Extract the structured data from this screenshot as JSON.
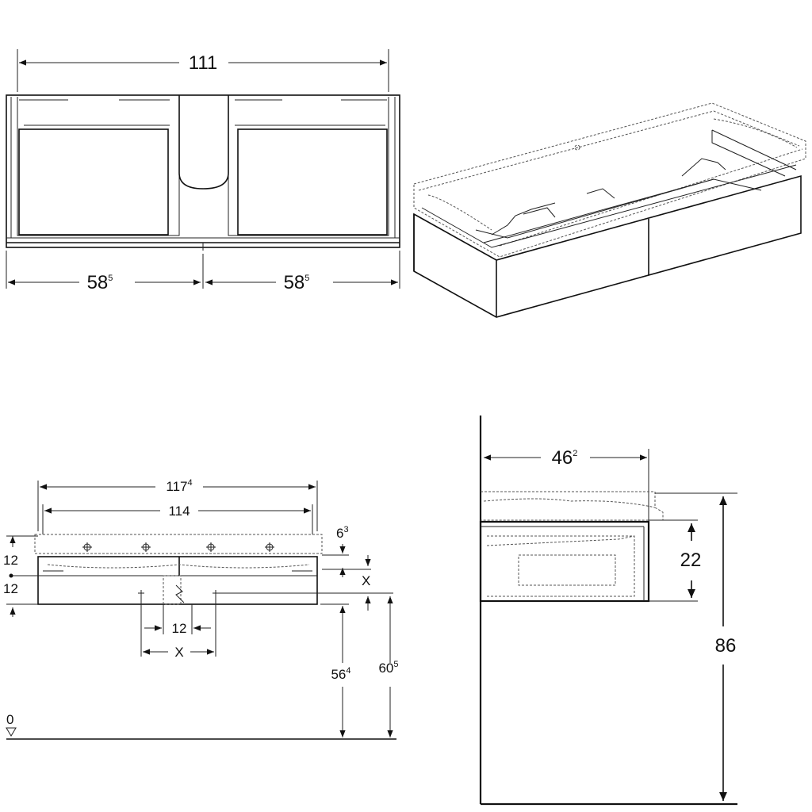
{
  "dimensions": {
    "top_width": {
      "main": "111",
      "sup": ""
    },
    "left_half": {
      "main": "58",
      "sup": "5"
    },
    "right_half": {
      "main": "58",
      "sup": "5"
    },
    "front_overall": {
      "main": "117",
      "sup": "4"
    },
    "front_inner": {
      "main": "114",
      "sup": ""
    },
    "front_gap": {
      "main": "6",
      "sup": "3"
    },
    "left_12_upper": {
      "main": "12",
      "sup": ""
    },
    "left_12_lower": {
      "main": "12",
      "sup": ""
    },
    "right_x": {
      "main": "X",
      "sup": ""
    },
    "bottom_12": {
      "main": "12",
      "sup": ""
    },
    "bottom_x": {
      "main": "X",
      "sup": ""
    },
    "height_564": {
      "main": "56",
      "sup": "4"
    },
    "height_605": {
      "main": "60",
      "sup": "5"
    },
    "floor_zero": {
      "main": "0",
      "sup": ""
    },
    "side_depth": {
      "main": "46",
      "sup": "2"
    },
    "side_drawer": {
      "main": "22",
      "sup": ""
    },
    "side_height": {
      "main": "86",
      "sup": ""
    }
  }
}
